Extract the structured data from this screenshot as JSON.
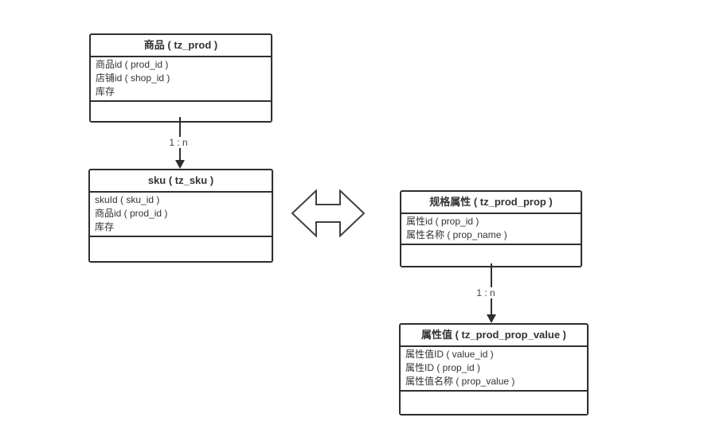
{
  "tables": [
    {
      "title": "商品 ( tz_prod )",
      "fields": [
        "商品id ( prod_id )",
        "店铺id ( shop_id )",
        "库存"
      ]
    },
    {
      "title": "sku ( tz_sku )",
      "fields": [
        "skuId ( sku_id )",
        "商品id ( prod_id )",
        "库存"
      ]
    },
    {
      "title": "规格属性 ( tz_prod_prop )",
      "fields": [
        "属性id ( prop_id )",
        "属性名称 ( prop_name )"
      ]
    },
    {
      "title": "属性值 ( tz_prod_prop_value )",
      "fields": [
        "属性值ID ( value_id )",
        "属性ID ( prop_id )",
        "属性值名称 ( prop_value )"
      ]
    }
  ],
  "relations": [
    {
      "from": "商品 ( tz_prod )",
      "to": "sku ( tz_sku )",
      "label": "1 : n"
    },
    {
      "from": "规格属性 ( tz_prod_prop )",
      "to": "属性值 ( tz_prod_prop_value )",
      "label": "1 : n"
    }
  ],
  "colors": {
    "background": "#ffffff",
    "line": "#2f2f2f",
    "text": "#333333"
  }
}
